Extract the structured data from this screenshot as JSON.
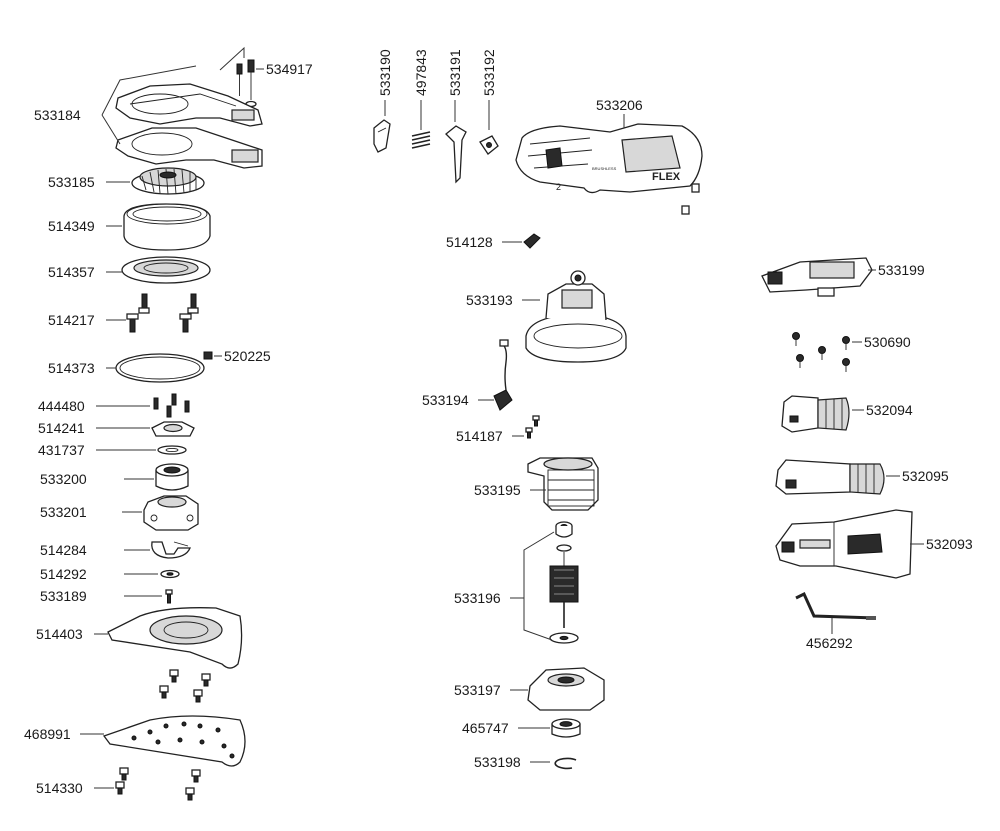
{
  "parts": {
    "p534917": "534917",
    "p533184": "533184",
    "p533185": "533185",
    "p514349": "514349",
    "p514357": "514357",
    "p514217": "514217",
    "p514373": "514373",
    "p520225": "520225",
    "p444480": "444480",
    "p514241": "514241",
    "p431737": "431737",
    "p533200": "533200",
    "p533201": "533201",
    "p514284": "514284",
    "p514292": "514292",
    "p533189": "533189",
    "p514403": "514403",
    "p468991": "468991",
    "p514330": "514330",
    "p533190": "533190",
    "p497843": "497843",
    "p533191": "533191",
    "p533192": "533192",
    "p533206": "533206",
    "p514128": "514128",
    "p533193": "533193",
    "p533194": "533194",
    "p514187": "514187",
    "p533195": "533195",
    "p533196": "533196",
    "p533197": "533197",
    "p465747": "465747",
    "p533198": "533198",
    "p533199": "533199",
    "p530690": "530690",
    "p532094": "532094",
    "p532095": "532095",
    "p532093": "532093",
    "p456292": "456292"
  },
  "housing_text": {
    "brand": "FLEX",
    "badge": "BRUSHLESS",
    "number": "2"
  },
  "icons": [
    "screw-icon",
    "fan-icon",
    "ring-icon",
    "bearing-icon",
    "sander-pad-icon",
    "motor-icon",
    "armature-icon",
    "hex-key-icon",
    "dust-box-icon"
  ]
}
